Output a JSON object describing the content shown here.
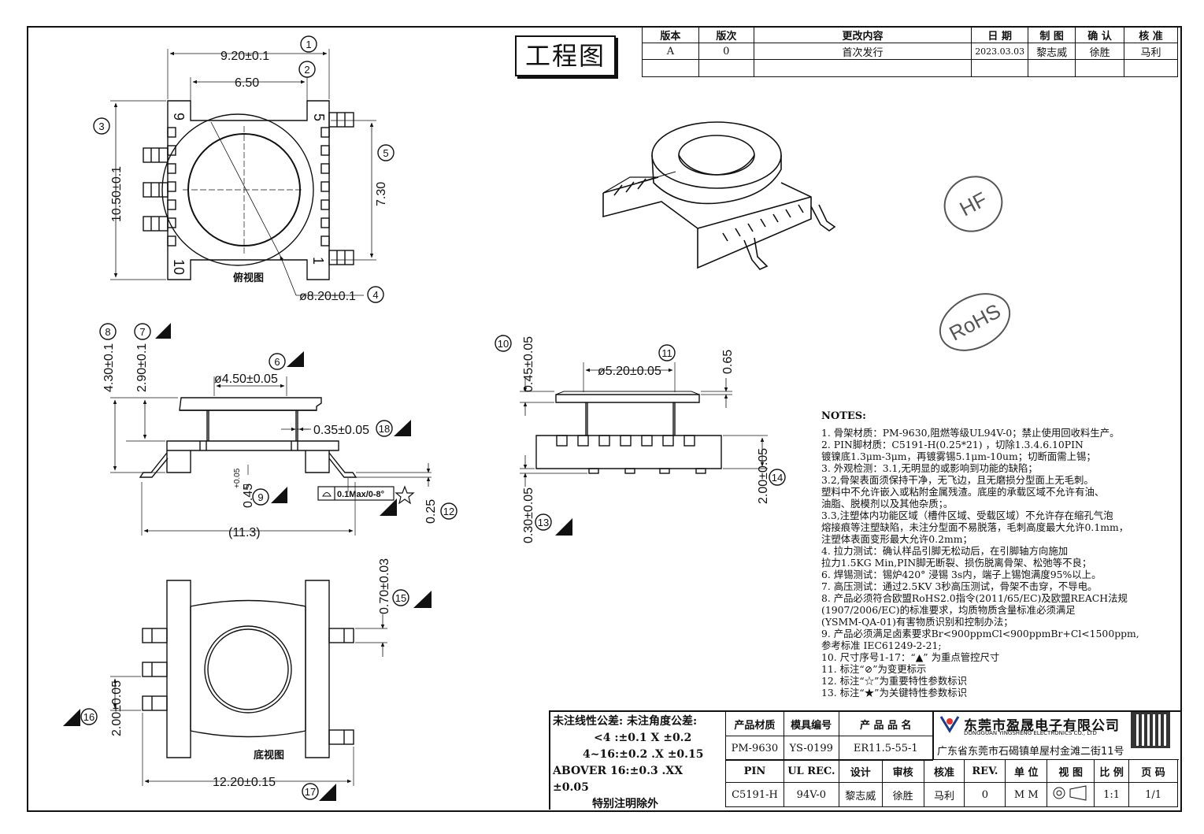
{
  "title_block_label": "工程图",
  "revision": {
    "headers": [
      "版本",
      "版次",
      "更改内容",
      "日 期",
      "制 图",
      "确 认",
      "核 准"
    ],
    "rows": [
      [
        "A",
        "0",
        "首次发行",
        "2023.03.03",
        "黎志威",
        "徐胜",
        "马利"
      ]
    ]
  },
  "views": {
    "top": {
      "label": "俯视图",
      "dims": {
        "d1": "9.20±0.1",
        "d2": "6.50",
        "d3": "10.50±0.1",
        "d4": "ø8.20±0.1",
        "d5": "7.30"
      },
      "pins": {
        "p9": "9",
        "p5": "5",
        "p10": "10",
        "p1": "1"
      },
      "balloons": [
        "1",
        "2",
        "3",
        "4",
        "5"
      ]
    },
    "side": {
      "dims": {
        "d6": "ø4.50±0.05",
        "d7": "2.90±0.1",
        "d8": "4.30±0.1",
        "d9": "0.45",
        "d9b": "+0.05",
        "d9c": "0",
        "d11": "(11.3)",
        "d12": "0.25",
        "d18": "0.35±0.05",
        "fcf": "0.1Max/0-8°"
      },
      "balloons": [
        "6",
        "7",
        "8",
        "9",
        "12",
        "18"
      ]
    },
    "front": {
      "dims": {
        "d10": "0.45±0.05",
        "d11": "ø5.20±0.05",
        "d065": "0.65",
        "d13": "0.30±0.05",
        "d14": "2.00±0.05"
      },
      "balloons": [
        "10",
        "11",
        "13",
        "14"
      ]
    },
    "bottom": {
      "label": "底视图",
      "dims": {
        "d15": "0.70±0.03",
        "d16": "2.00±0.05",
        "d17": "12.20±0.15"
      },
      "balloons": [
        "15",
        "16",
        "17"
      ]
    }
  },
  "stamps": {
    "hf": "HF",
    "rohs": "RoHS"
  },
  "notes": {
    "heading": "NOTES:",
    "lines": [
      "1.  骨架材质：PM-9630,阻燃等级UL94V-0；禁止使用回收料生产。",
      "2.  PIN脚材质：C5191-H(0.25*21)  ，切除1.3.4.6.10PIN",
      "    镀镍底1.3μm-3μm，再镀雾锡5.1μm-10um；切断面需上锡；",
      "3.  外观检测：3.1,无明显的或影响到功能的缺陷；",
      "    3.2,骨架表面须保持干净，无飞边，且无磨损分型面上无毛刺。",
      "    塑料中不允许嵌入或粘附金属残渣。底座的承载区域不允许有油、",
      "    油脂、脱模剂以及其他杂质；。",
      "    3.3,注塑体内功能区域（槽件区域、受载区域）不允许存在缩孔气泡",
      "    熔接痕等注塑缺陷，未注分型面不易脱落，毛刺高度最大允许0.1mm，",
      "    注塑体表面变形最大允许0.2mm；",
      "4.  拉力测试：确认样品引脚无松动后，在引脚轴方向施加",
      "    拉力1.5KG Min,PIN脚无断裂、损伤脱离骨架、松弛等不良；",
      "6.  焊锡测试：锡炉420° 浸锡 3s内，端子上锡饱满度95%以上。",
      "7.  高压测试：通过2.5KV 3秒高压测试，骨架不击穿，不导电。",
      "8.  产品必须符合欧盟RoHS2.0指令(2011/65/EC)及欧盟REACH法规",
      "    (1907/2006/EC)的标准要求，均质物质含量标准必须满足",
      "    (YSMM-QA-01)有害物质识别和控制办法；",
      "9.  产品必须满足卤素要求Br<900ppmCl<900ppmBr+Cl<1500ppm,",
      "    参考标准 IEC61249-2-21;",
      "10.  尺寸序号1-17：“▲” 为重点管控尺寸",
      "11. 标注“⊘”为变更标示",
      "12. 标注“☆”为重要特性参数标识",
      "13. 标注“★”为关键特性参数标识"
    ]
  },
  "tolerances": {
    "lines": [
      "未注线性公差:  未注角度公差:",
      "<4 :±0.1   X ±0.2",
      "4~16:±0.2  .X ±0.15",
      "ABOVER 16:±0.3  .XX ±0.05",
      "特别注明除外"
    ]
  },
  "company": {
    "name_cn": "东莞市盈晟电子有限公司",
    "name_en": "DONGGUAN YINGSHENG ELECTRONICS CO., LTD",
    "address": "广东省东莞市石碣镇单屋村金滩二街11号",
    "logo": "yingsheng",
    "qr": "qr-code"
  },
  "info_table": {
    "row1": [
      "产品材质",
      "模具编号",
      "产 品 品 名"
    ],
    "row2": [
      "PM-9630",
      "YS-0199",
      "ER11.5-55-1"
    ],
    "row3": [
      "PIN",
      "UL REC.",
      "设计",
      "审核",
      "核准",
      "REV.",
      "单 位",
      "视 图",
      "比 例",
      "页 码"
    ],
    "row4": [
      "C5191-H",
      "94V-0",
      "黎志威",
      "徐胜",
      "马利",
      "0",
      "M M",
      "",
      "1:1",
      "1/1"
    ]
  }
}
